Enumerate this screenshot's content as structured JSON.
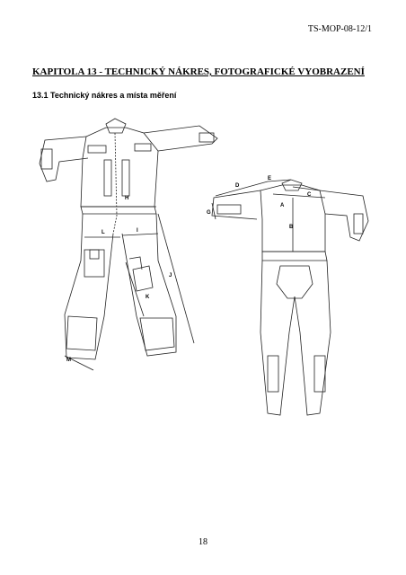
{
  "header": {
    "doc_code": "TS-MOP-08-12/1"
  },
  "chapter": {
    "title": "KAPITOLA 13 - TECHNICKÝ NÁKRES,  FOTOGRAFICKÉ VYOBRAZENÍ"
  },
  "section": {
    "title": "13.1 Technický nákres a místa měření"
  },
  "figure": {
    "front_labels": {
      "H": "H",
      "I": "I",
      "L": "L",
      "J": "J",
      "K": "K",
      "M": "M"
    },
    "back_labels": {
      "D": "D",
      "E": "E",
      "C": "C",
      "A": "A",
      "B": "B",
      "G": "G"
    }
  },
  "footer": {
    "page_number": "18"
  }
}
